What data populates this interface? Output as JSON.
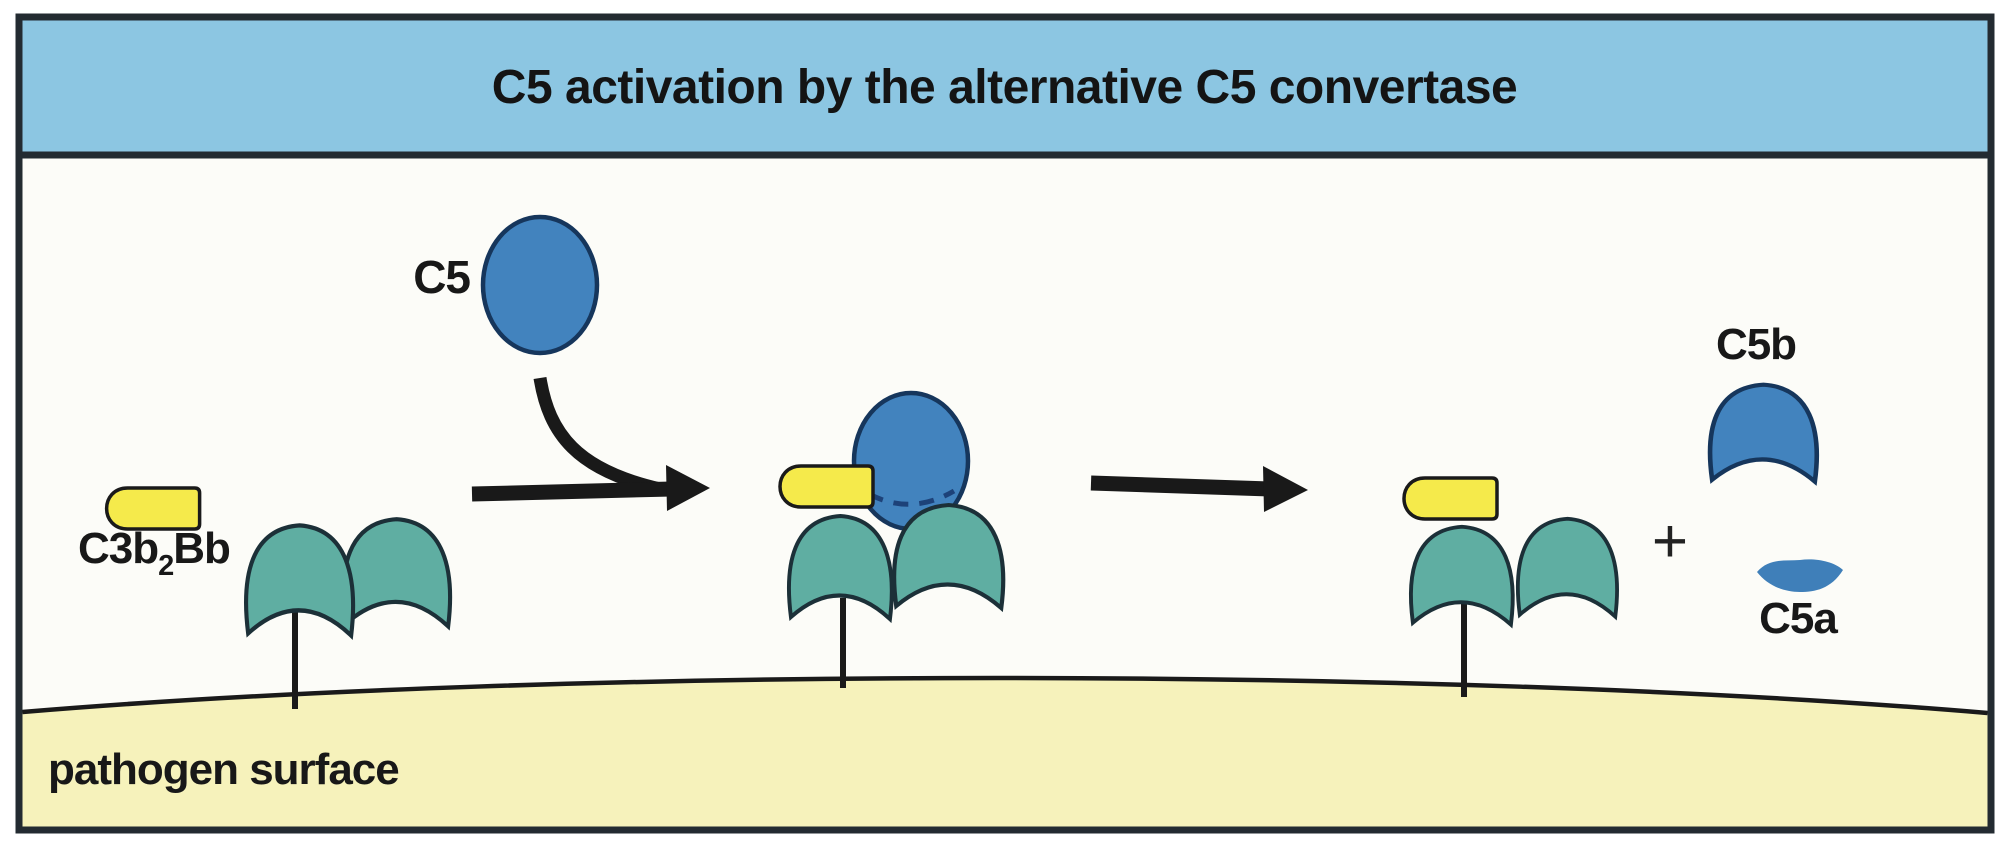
{
  "title": "C5 activation by the alternative C5 convertase",
  "labels": {
    "convertase_complex": {
      "main": "C3b",
      "subscript": "2",
      "suffix": "Bb"
    },
    "c5": "C5",
    "c5b": "C5b",
    "c5a": "C5a",
    "plus": "+",
    "pathogen_surface": "pathogen surface"
  },
  "colors": {
    "title_bar": "#8CC6E2",
    "frame_border": "#232B31",
    "inner_background": "#FCFCF8",
    "c3b_teal": "#5FAEA2",
    "bb_yellow": "#F5EA4B",
    "c5_blue": "#4283BE",
    "dashed_cleavage_line": "#1D4279",
    "surface_yellow": "#F6F2BB",
    "outline_dark": "#1A1A1A"
  }
}
